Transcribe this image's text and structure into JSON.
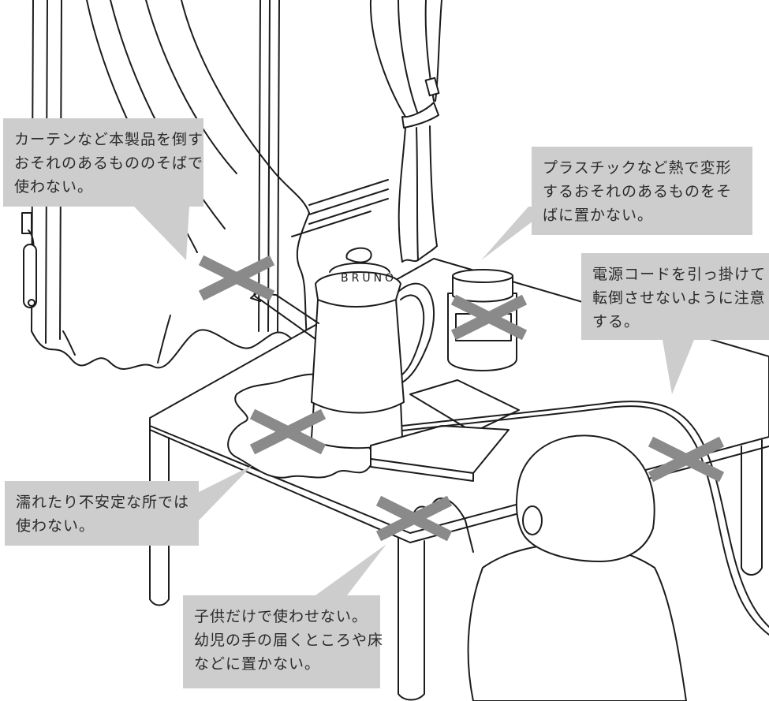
{
  "logo_text": "BRUNO",
  "colors": {
    "callout_bg": "#cdcdcd",
    "cross": "#8a8a8a",
    "line": "#1c1c1c"
  },
  "warnings": {
    "curtain": {
      "lines": [
        "カーテンなど本製品を倒す",
        "おそれのあるもののそばで",
        "使わない。"
      ]
    },
    "plastic": {
      "lines": [
        "プラスチックなど熱で変形",
        "するおそれのあるものをそ",
        "ばに置かない。"
      ]
    },
    "cord": {
      "lines": [
        "電源コードを引っ掛けて",
        "転倒させないように注意",
        "する。"
      ]
    },
    "wet": {
      "lines": [
        "濡れたり不安定な所では",
        "使わない。"
      ]
    },
    "child": {
      "lines": [
        "子供だけで使わせない。",
        "幼児の手の届くところや床",
        "などに置かない。"
      ]
    }
  },
  "icons": [
    "cross-mark-icon"
  ]
}
